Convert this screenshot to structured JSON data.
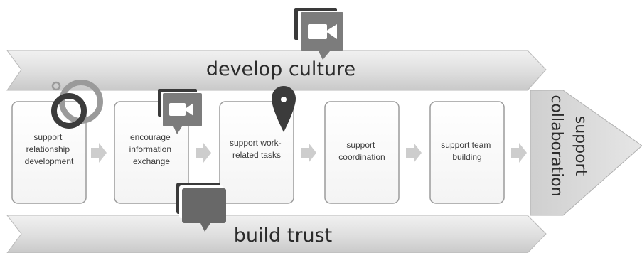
{
  "top_band": {
    "label": "develop culture"
  },
  "bottom_band": {
    "label": "build trust"
  },
  "goal": {
    "line1": "support",
    "line2": "collaboration"
  },
  "steps": [
    {
      "lines": [
        "support",
        "relationship",
        "development"
      ]
    },
    {
      "lines": [
        "encourage",
        "information",
        "exchange"
      ]
    },
    {
      "lines": [
        "support work-",
        "related tasks"
      ]
    },
    {
      "lines": [
        "support",
        "coordination"
      ]
    },
    {
      "lines": [
        "support team",
        "building"
      ]
    }
  ],
  "icons": [
    "video-camera-icon",
    "linked-circles-icon",
    "video-camera-icon",
    "map-pin-icon",
    "chat-bubble-icon"
  ]
}
